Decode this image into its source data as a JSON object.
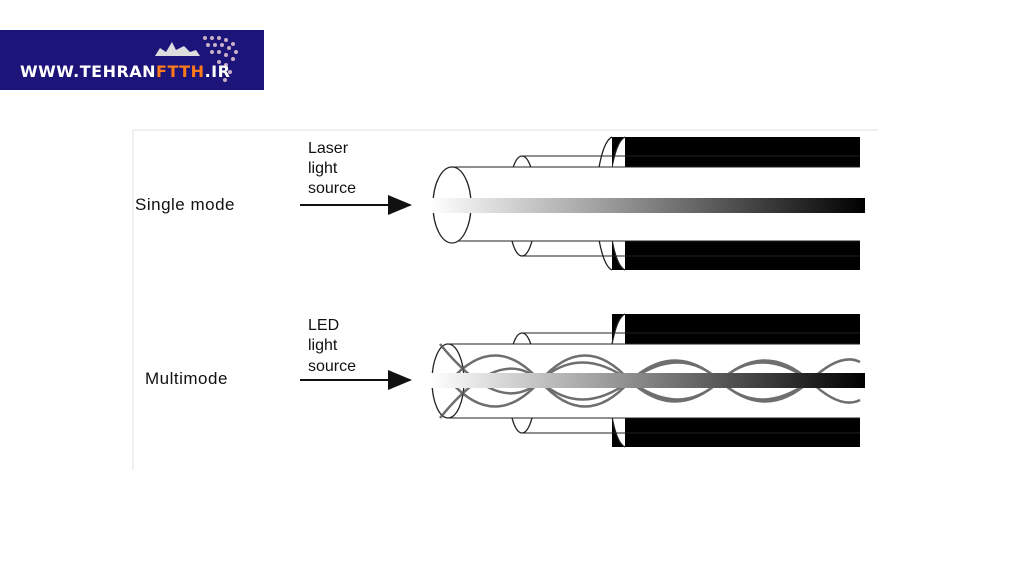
{
  "logo": {
    "prefix": "WWW.TEHRAN",
    "accent": "FTTH",
    "suffix": ".IR",
    "background": "#1c1479",
    "accent_color": "#ff7a1a"
  },
  "diagram": {
    "single_mode": {
      "label": "Single mode",
      "source_lines": [
        "Laser",
        "light",
        "source"
      ]
    },
    "multimode": {
      "label": "Multimode",
      "source_lines": [
        "LED",
        "light",
        "source"
      ]
    }
  }
}
